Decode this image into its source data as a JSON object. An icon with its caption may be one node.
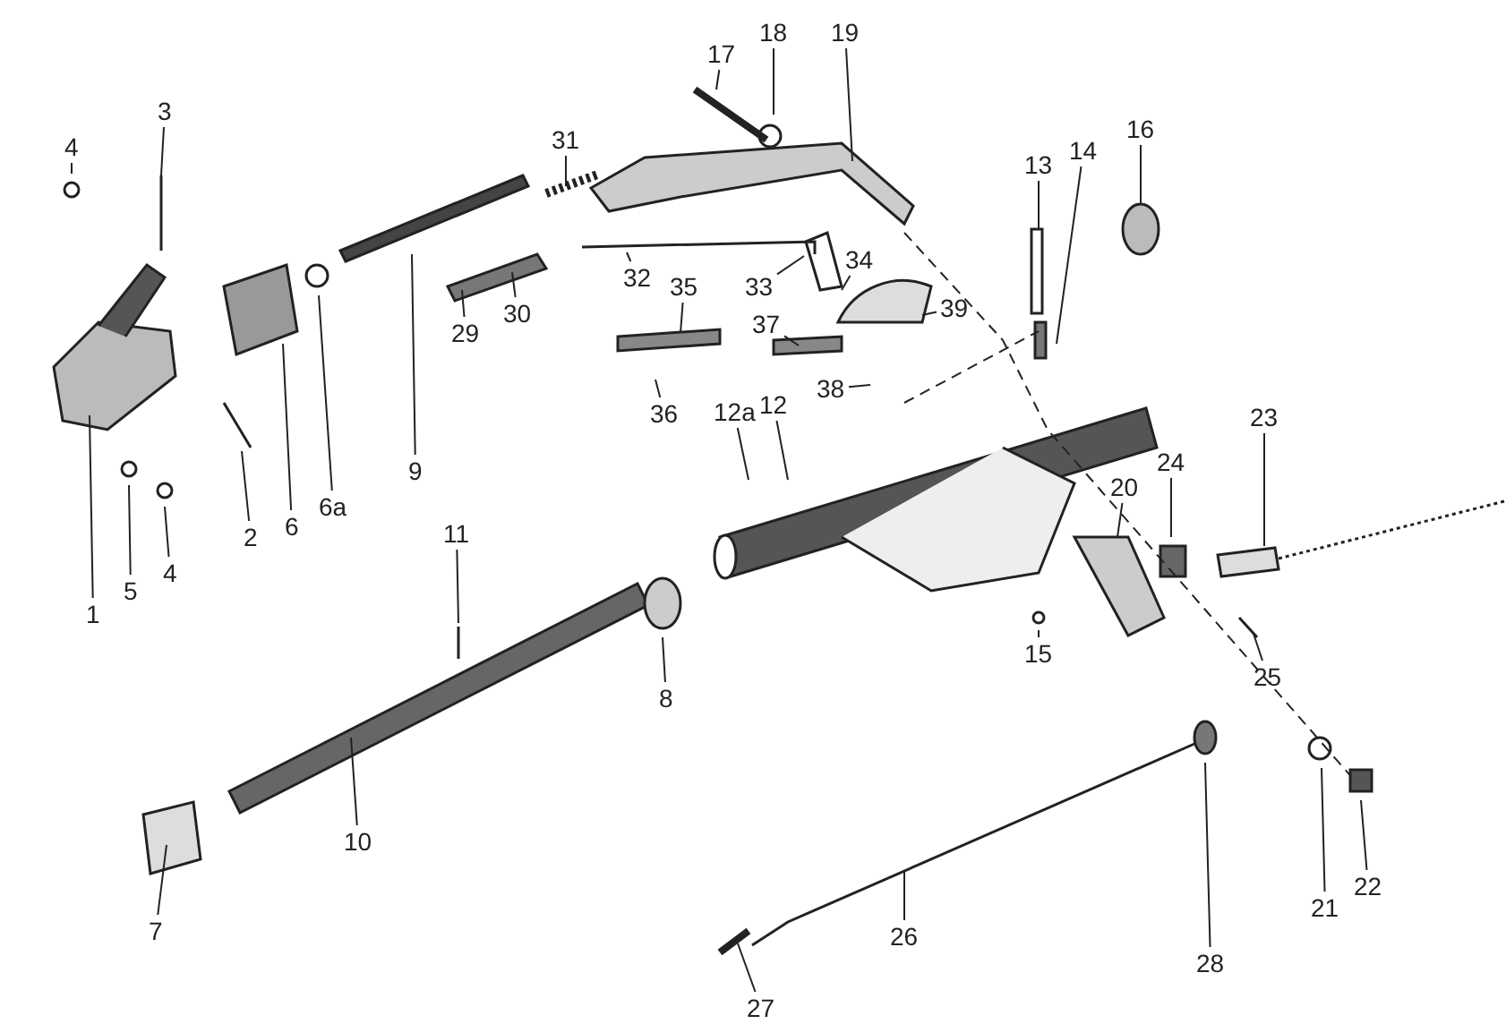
{
  "diagram": {
    "nodes": [
      {
        "text": [
          "1"
        ]
      },
      {
        "text": [
          "2"
        ]
      },
      {
        "text": [
          "3"
        ]
      },
      {
        "text": [
          "4"
        ]
      },
      {
        "text": [
          "4"
        ]
      },
      {
        "text": [
          "5"
        ]
      },
      {
        "text": [
          "6"
        ]
      },
      {
        "text": [
          "6a"
        ]
      },
      {
        "text": [
          "7"
        ]
      },
      {
        "text": [
          "8"
        ]
      },
      {
        "text": [
          "9"
        ]
      },
      {
        "text": [
          "10"
        ]
      },
      {
        "text": [
          "11"
        ]
      },
      {
        "text": [
          "12"
        ]
      },
      {
        "text": [
          "12a"
        ]
      },
      {
        "text": [
          "13"
        ]
      },
      {
        "text": [
          "14"
        ]
      },
      {
        "text": [
          "15"
        ]
      },
      {
        "text": [
          "16"
        ]
      },
      {
        "text": [
          "17"
        ]
      },
      {
        "text": [
          "18"
        ]
      },
      {
        "text": [
          "19"
        ]
      },
      {
        "text": [
          "20"
        ]
      },
      {
        "text": [
          "21"
        ]
      },
      {
        "text": [
          "22"
        ]
      },
      {
        "text": [
          "23"
        ]
      },
      {
        "text": [
          "24"
        ]
      },
      {
        "text": [
          "25"
        ]
      },
      {
        "text": [
          "26"
        ]
      },
      {
        "text": [
          "27"
        ]
      },
      {
        "text": [
          "28"
        ]
      },
      {
        "text": [
          "29"
        ]
      },
      {
        "text": [
          "30"
        ]
      },
      {
        "text": [
          "31"
        ]
      },
      {
        "text": [
          "32"
        ]
      },
      {
        "text": [
          "33"
        ]
      },
      {
        "text": [
          "34"
        ]
      },
      {
        "text": [
          "35"
        ]
      },
      {
        "text": [
          "36"
        ]
      },
      {
        "text": [
          "37"
        ]
      },
      {
        "text": [
          "38"
        ]
      },
      {
        "text": [
          "39"
        ]
      }
    ],
    "edges": [
      {
        "from": 0,
        "to": null,
        "arrow": "none"
      },
      {
        "from": 1,
        "to": null,
        "arrow": "none"
      },
      {
        "from": 2,
        "to": null,
        "arrow": "none"
      },
      {
        "from": 3,
        "to": null,
        "arrow": "none"
      },
      {
        "from": 4,
        "to": null,
        "arrow": "none"
      },
      {
        "from": 5,
        "to": null,
        "arrow": "none"
      },
      {
        "from": 6,
        "to": null,
        "arrow": "none"
      },
      {
        "from": 7,
        "to": null,
        "arrow": "none"
      },
      {
        "from": 8,
        "to": null,
        "arrow": "none"
      },
      {
        "from": 9,
        "to": null,
        "arrow": "none"
      },
      {
        "from": 10,
        "to": null,
        "arrow": "none"
      },
      {
        "from": 11,
        "to": null,
        "arrow": "none"
      },
      {
        "from": 12,
        "to": null,
        "arrow": "none"
      },
      {
        "from": 13,
        "to": null,
        "arrow": "none"
      },
      {
        "from": 14,
        "to": null,
        "arrow": "none"
      },
      {
        "from": 15,
        "to": null,
        "arrow": "none"
      },
      {
        "from": 16,
        "to": null,
        "arrow": "none"
      },
      {
        "from": 17,
        "to": null,
        "arrow": "none"
      },
      {
        "from": 18,
        "to": null,
        "arrow": "none"
      },
      {
        "from": 19,
        "to": null,
        "arrow": "none"
      },
      {
        "from": 20,
        "to": null,
        "arrow": "none"
      },
      {
        "from": 21,
        "to": null,
        "arrow": "none"
      },
      {
        "from": 22,
        "to": null,
        "arrow": "none"
      },
      {
        "from": 23,
        "to": null,
        "arrow": "none"
      },
      {
        "from": 24,
        "to": null,
        "arrow": "none"
      },
      {
        "from": 25,
        "to": null,
        "arrow": "none"
      },
      {
        "from": 26,
        "to": null,
        "arrow": "none"
      },
      {
        "from": 27,
        "to": null,
        "arrow": "none"
      },
      {
        "from": 28,
        "to": null,
        "arrow": "none"
      },
      {
        "from": 29,
        "to": null,
        "arrow": "none"
      },
      {
        "from": 30,
        "to": null,
        "arrow": "none"
      },
      {
        "from": 31,
        "to": null,
        "arrow": "none"
      },
      {
        "from": 32,
        "to": null,
        "arrow": "none"
      },
      {
        "from": 33,
        "to": null,
        "arrow": "none"
      },
      {
        "from": 34,
        "to": null,
        "arrow": "none"
      },
      {
        "from": 35,
        "to": null,
        "arrow": "none"
      },
      {
        "from": 36,
        "to": null,
        "arrow": "none"
      },
      {
        "from": 37,
        "to": null,
        "arrow": "none"
      },
      {
        "from": 38,
        "to": null,
        "arrow": "none"
      },
      {
        "from": 39,
        "to": null,
        "arrow": "none"
      },
      {
        "from": 40,
        "to": null,
        "arrow": "none"
      },
      {
        "from": 41,
        "to": null,
        "arrow": "none"
      }
    ]
  }
}
